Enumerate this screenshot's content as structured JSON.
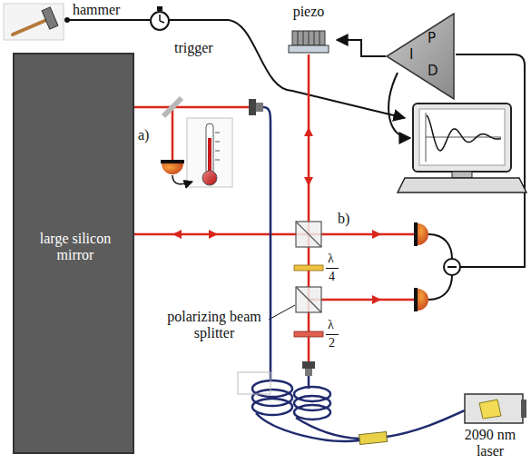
{
  "diagram": {
    "nodes": [
      {
        "text": [
          "piezo"
        ]
      },
      {
        "text": [
          "P",
          "I",
          "D"
        ]
      },
      {
        "text": [
          "large silicon mirror"
        ]
      },
      {
        "text": [
          "2090 nm laser"
        ]
      }
    ],
    "edges": [
      {
        "from": 1,
        "to": 0,
        "arrow": "to"
      }
    ],
    "labels": [
      "hammer",
      "trigger",
      "a)",
      "b)",
      "λ",
      "4",
      "λ",
      "2",
      "polarizing beam splitter"
    ]
  }
}
